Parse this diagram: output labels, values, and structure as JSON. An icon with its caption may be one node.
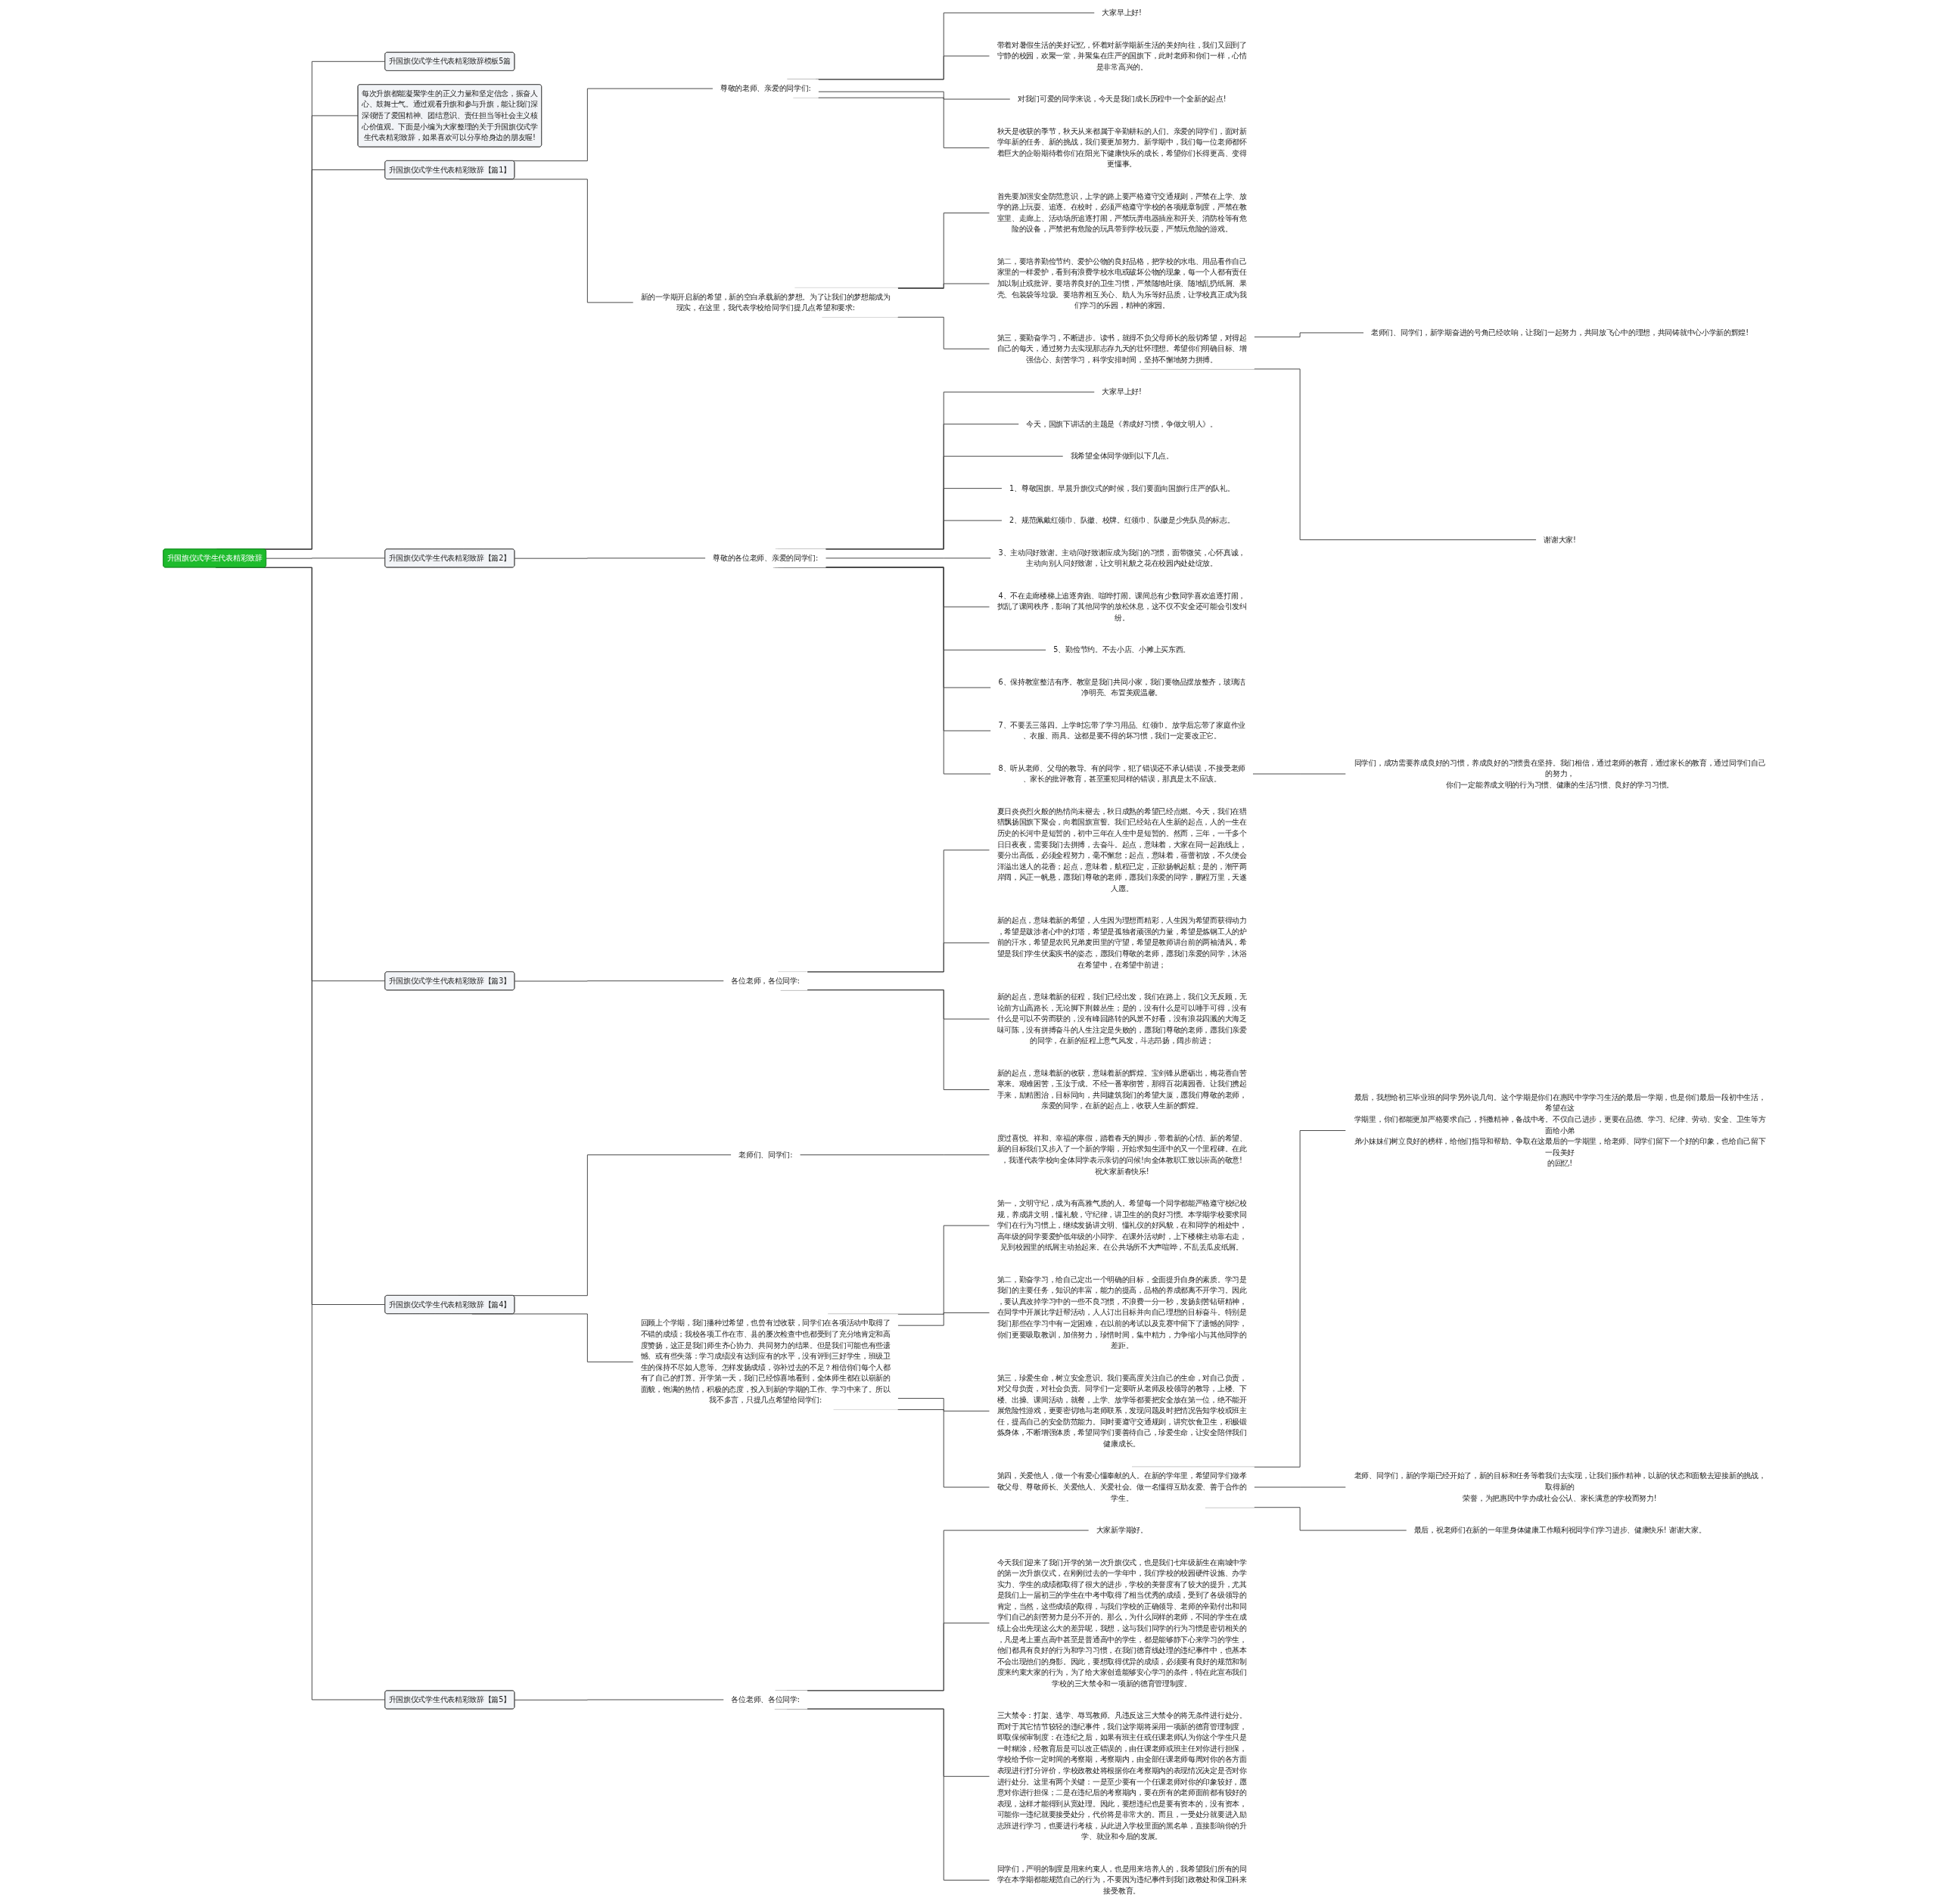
{
  "diagram": {
    "nodes": [
      {
        "text": [
          "升国旗仪式学生代表精彩致辞"
        ]
      },
      {
        "text": [
          "升国旗仪式学生代表精彩致辞模板5篇"
        ]
      },
      {
        "text": [
          "每次升旗都能凝聚学生的正义力量和坚定信念，振奋人心、鼓舞士气。通过观看升旗和参与升旗，能让我们深深领悟了爱国精神、团结意识、责任担当等社会主义核心价值观。下面是小编为大家整理的关于升国旗仪式学生代表精彩致辞，如果喜欢可以分享给身边的朋友喔!"
        ]
      },
      {
        "text": [
          "升国旗仪式学生代表精彩致辞【篇1】"
        ]
      },
      {
        "text": [
          "尊敬的老师、亲爱的同学们:"
        ]
      },
      {
        "text": [
          "大家早上好!"
        ]
      },
      {
        "text": [
          "带着对暑假生活的美好记忆，怀着对新学期新生活的美好向往，我们又回到了宁静的校园，欢聚一堂，并聚集在庄严的国旗下，此时老师和你们一样，心情是非常高兴的。"
        ]
      },
      {
        "text": [
          "对我们可爱的同学来说，今天是我们成长历程中一个全新的起点!"
        ]
      },
      {
        "text": [
          "秋天是收获的季节，秋天从来都属于辛勤耕耘的人们。亲爱的同学们，面对新学年新的任务、新的挑战，我们要更加努力。新学期中，我们每一位老师都怀着巨大的企盼期待着你们在阳光下健康快乐的成长，希望你们长得更高、变得更懂事。"
        ]
      },
      {
        "text": [
          "新的一学期开启新的希望，新的空白承载新的梦想。为了让我们的梦想能成为现实，在这里，我代表学校给同学们提几点希望和要求:"
        ]
      },
      {
        "text": [
          "首先要加强安全防范意识，上学的路上要严格遵守交通规则，严禁在上学、放学的路上玩耍、追逐。在校时，必须严格遵守学校的各项规章制度，严禁在教室里、走廊上、活动场所追逐打闹，严禁玩弄电器插座和开关、消防栓等有危险的设备，严禁把有危险的玩具带到学校玩耍，严禁玩危险的游戏。"
        ]
      },
      {
        "text": [
          "第二，要培养勤俭节约、爱护公物的良好品格，把学校的水电、用品看作自己家里的一样爱护，看到有浪费学校水电或破坏公物的现象，每一个人都有责任加以制止或批评。要培养良好的卫生习惯，严禁随地吐痰、随地乱扔纸屑、果壳、包装袋等垃圾。要培养相互关心、助人为乐等好品质，让学校真正成为我们学习的乐园，精神的家园。"
        ]
      },
      {
        "text": [
          "第三，要勤奋学习，不断进步。读书，就得不负父母师长的殷切希望，对得起自己的每天，通过努力去实现那志存九天的壮怀理想。希望你们明确目标、增强信心、刻苦学习，科学安排时间，坚持不懈地努力拼搏。"
        ]
      },
      {
        "text": [
          "老师们、同学们，新学期奋进的号角已经吹响，让我们一起努力，共同放飞心中的理想，共同铸就中心小学新的辉煌!"
        ]
      },
      {
        "text": [
          "谢谢大家!"
        ]
      },
      {
        "text": [
          "升国旗仪式学生代表精彩致辞【篇2】"
        ]
      },
      {
        "text": [
          "尊敬的各位老师、亲爱的同学们:"
        ]
      },
      {
        "text": [
          "大家早上好!"
        ]
      },
      {
        "text": [
          "今天，国旗下讲话的主题是《养成好习惯，争做文明人》。"
        ]
      },
      {
        "text": [
          "我希望全体同学做到以下几点。"
        ]
      },
      {
        "text": [
          "1、尊敬国旗。早晨升旗仪式的时候，我们要面向国旗行庄严的队礼。"
        ]
      },
      {
        "text": [
          "2、规范佩戴红领巾、队徽、校牌。红领巾、队徽是少先队员的标志。"
        ]
      },
      {
        "text": [
          "3、主动问好致谢。主动问好致谢应成为我们的习惯，面带微笑，心怀真诚，主动向别人问好致谢，让文明礼貌之花在校园内处处绽放。"
        ]
      },
      {
        "text": [
          "4、不在走廊楼梯上追逐奔跑、喧哗打闹。课间总有少数同学喜欢追逐打闹，扰乱了课间秩序，影响了其他同学的放松休息，这不仅不安全还可能会引发纠纷。"
        ]
      },
      {
        "text": [
          "5、勤俭节约。不去小店、小摊上买东西。"
        ]
      },
      {
        "text": [
          "6、保持教室整洁有序。教室是我们共同小家，我们要物品摆放整齐，玻璃洁净明亮、布置美观温馨。"
        ]
      },
      {
        "text": [
          "7、不要丢三落四。上学时忘带了学习用品、红领巾。放学后忘带了家庭作业、衣服、雨具。这都是要不得的坏习惯，我们一定要改正它。"
        ]
      },
      {
        "text": [
          "8、听从老师、父母的教导。有的同学，犯了错误还不承认错误，不接受老师、家长的批评教育，甚至重犯同样的错误，那真是太不应该。"
        ]
      },
      {
        "text": [
          "同学们，成功需要养成良好的习惯，养成良好的习惯贵在坚持。我们相信，通过老师的教育，通过家长的教育，通过同学们自己的努力，你们一定能养成文明的行为习惯、健康的生活习惯、良好的学习习惯。"
        ]
      },
      {
        "text": [
          "升国旗仪式学生代表精彩致辞【篇3】"
        ]
      },
      {
        "text": [
          "各位老师，各位同学:"
        ]
      },
      {
        "text": [
          "夏日炎炎烈火般的热情尚未褪去，秋日成熟的希望已经点燃。今天，我们在猎猎飘扬国旗下聚会，向着国旗宣誓。我们已经站在人生新的起点，人的一生在历史的长河中是短暂的，初中三年在人生中是短暂的。然而，三年，一千多个日日夜夜，需要我们去拼搏，去奋斗。起点，意味着，大家在同一起跑线上，要分出高低，必须全程努力，毫不懈怠；起点，意味着，蓓蕾初放，不久便会洋溢出迷人的花香；起点，意味着，航程已定，正欲扬帆起航；是的，潮平两岸阔，风正一帆悬，愿我们尊敬的老师，愿我们亲爱的同学，鹏程万里，天遂人愿。"
        ]
      },
      {
        "text": [
          "新的起点，意味着新的希望，人生因为理想而精彩，人生因为希望而获得动力，希望是跋涉者心中的灯塔，希望是孤独者顽强的力量，希望是炼钢工人的炉前的汗水，希望是农民兄弟麦田里的守望，希望是教师讲台前的两袖清风，希望是我们学生伏案疾书的姿态，愿我们尊敬的老师，愿我们亲爱的同学，沐浴在希望中，在希望中前进；"
        ]
      },
      {
        "text": [
          "新的起点，意味着新的征程，我们已经出发，我们在路上，我们义无反顾，无论前方山高路长，无论脚下荆棘丛生；是的，没有什么是可以唾手可得，没有什么是可以不劳而获的，没有峰回路转的风景不好看，没有浪花四溅的大海乏味可陈，没有拼搏奋斗的人生注定是失败的，愿我们尊敬的老师，愿我们亲爱的同学，在新的征程上意气风发，斗志昂扬，阔步前进；"
        ]
      },
      {
        "text": [
          "新的起点，意味着新的收获，意味着新的辉煌。宝剑锋从磨砺出，梅花香自苦寒来。艰难困苦，玉汝于成。不经一番寒彻苦，那得百花满园香。让我们携起手来，励精图治，目标同向，共同建筑我们的希望大厦，愿我们尊敬的老师，亲爱的同学，在新的起点上，收获人生新的辉煌。"
        ]
      },
      {
        "text": [
          "升国旗仪式学生代表精彩致辞【篇4】"
        ]
      },
      {
        "text": [
          "老师们、同学们:"
        ]
      },
      {
        "text": [
          "度过喜悦、祥和、幸福的寒假，踏着春天的脚步，带着新的心情、新的希望、新的目标我们又步入了一个新的学期，开始求知生涯中的又一个里程碑。在此，我谨代表学校向全体同学表示亲切的问候!向全体教职工致以崇高的敬意!祝大家新春快乐!"
        ]
      },
      {
        "text": [
          "回顾上个学期，我们播种过希望，也曾有过收获，同学们在各项活动中取得了不错的成绩；我校各项工作在市、县的屡次检查中也都受到了充分地肯定和高度赞扬，这正是我们师生齐心协力、共同努力的结果。但是我们可能也有些遗憾、或有些失落：学习成绩没有达到应有的水平，没有评到三好学生，班级卫生的保持不尽如人意等。怎样发扬成绩，弥补过去的不足？相信你们每个人都有了自己的打算。开学第一天，我们已经惊喜地看到，全体师生都在以崭新的面貌，饱满的热情，积极的态度，投入到新的学期的工作、学习中来了。所以我不多言，只提几点希望给同学们:"
        ]
      },
      {
        "text": [
          "第一，文明守纪，成为有高雅气质的人。希望每一个同学都能严格遵守校纪校规，养成讲文明，懂礼貌，守纪律，讲卫生的的良好习惯。本学期学校要求同学们在行为习惯上，继续发扬讲文明、懂礼仪的好风貌，在和同学的相处中，高年级的同学要爱护低年级的小同学。在课外活动时，上下楼梯主动靠右走，见到校园里的纸屑主动拾起来。在公共场所不大声喧哗，不乱丢瓜皮纸屑。"
        ]
      },
      {
        "text": [
          "第二，勤奋学习，给自己定出一个明确的目标，全面提升自身的素质。学习是我们的主要任务，知识的丰富，能力的提高，品格的养成都离不开学习。因此，要认真改掉学习中的一些不良习惯，不浪费一分一秒，发扬刻苦钻研精神，在同学中开展比学赶帮活动，人人订出目标并向自己理想的目标奋斗。特别是我们那些在学习中有一定困难，在以前的考试以及竞赛中留下了遗憾的同学，你们更要吸取教训，加倍努力，珍惜时间，集中精力，力争缩小与其他同学的差距。"
        ]
      },
      {
        "text": [
          "第三，珍爱生命，树立安全意识。我们要高度关注自己的生命，对自己负责，对父母负责，对社会负责。同学们一定要听从老师及校领导的教导，上楼、下楼、出操、课间活动，就餐，上学、放学等都要把安全放在第一位，绝不能开展危险性游戏，更要密切地与老师联系，发现问题及时把情况告知学校或班主任，提高自己的安全防范能力。同时要遵守交通规则，讲究饮食卫生，积极锻炼身体，不断增强体质，希望同学们要善待自己，珍爱生命，让安全陪伴我们健康成长。"
        ]
      },
      {
        "text": [
          "第四，关爱他人，做一个有爱心懂奉献的人。在新的学年里，希望同学们做孝敬父母、尊敬师长、关爱他人、关爱社会。做一名懂得互助友爱、善于合作的学生。"
        ]
      },
      {
        "text": [
          "最后，我想给初三毕业班的同学另外说几句。这个学期是你们在惠民中学学习生活的最后一学期，也是你们最后一段初中生活，希望在这学期里，你们都能更加严格要求自己，抖擞精神，备战中考。不仅自己进步，更要在品德、学习、纪律、劳动、安全、卫生等方面给小弟弟小妹妹们树立良好的榜样，给他们指导和帮助。争取在这最后的一学期里，给老师、同学们留下一个好的印象，也给自己留下一段美好的回忆!"
        ]
      },
      {
        "text": [
          "老师、同学们，新的学期已经开始了，新的目标和任务等着我们去实现，让我们振作精神，以新的状态和面貌去迎接新的挑战，取得新的荣誉，为把惠民中学办成社会公认、家长满意的学校而努力!"
        ]
      },
      {
        "text": [
          "最后，祝老师们在新的一年里身体健康工作顺利祝同学们学习进步、健康快乐! 谢谢大家。"
        ]
      },
      {
        "text": [
          "升国旗仪式学生代表精彩致辞【篇5】"
        ]
      },
      {
        "text": [
          "各位老师、各位同学:"
        ]
      },
      {
        "text": [
          "大家新学期好。"
        ]
      },
      {
        "text": [
          "今天我们迎来了我们开学的第一次升旗仪式，也是我们七年级新生在南城中学的第一次升旗仪式，在刚刚过去的一学年中，我们学校的校园硬件设施、办学实力、学生的成绩都取得了很大的进步，学校的美誉度有了较大的提升，尤其是我们上一届初三的学生在中考中取得了相当优秀的成绩，受到了各级领导的肯定，当然，这些成绩的取得，与我们学校的正确领导、老师的辛勤付出和同学们自己的刻苦努力是分不开的。那么，为什么同样的老师，不同的学生在成绩上会出先现这么大的差异呢，我想，这与我们同学的行为习惯是密切相关的，凡是考上重点高中甚至是普通高中的学生，都是能够静下心来学习的学生，他们都具有良好的行为和学习习惯，在我们德育线处理的违纪事件中，也基本不会出现他们的身影。因此，要想取得优异的成绩，必须要有良好的规范和制度来约束大家的行为，为了给大家创造能够安心学习的条件，特在此宣布我们学校的三大禁令和一项新的德育管理制度。"
        ]
      },
      {
        "text": [
          "三大禁令：打架、逃学、辱骂教师。凡违反这三大禁令的将无条件进行处分。而对于其它情节较轻的违纪事件，我们这学期将采用一项新的德育管理制度，即取保候审制度：在违纪之后，如果有班主任或任课老师认为你这个学生只是一时糊涂，经教育后是可以改正错误的，由任课老师或班主任对你进行担保，学校给予你一定时间的考察期，考察期内，由全部任课老师每周对你的各方面表现进行打分评价，学校政教处将根据你在考察期内的表现情况决定是否对你进行处分。这里有两个关键：一是至少要有一个任课老师对你的印象较好，愿意对你进行担保；二是在违纪后的考察期内，要在所有的老师面前都有较好的表现，这样才能得到从宽处理。因此，要想违纪也是要有资本的，没有资本，可能你一违纪就要接受处分，代价将是非常大的。而且，一受处分就要进入励志班进行学习，也要进行考核，从此进入学校里面的黑名单，直接影响你的升学、就业和今后的发展。"
        ]
      },
      {
        "text": [
          "同学们，严明的制度是用来约束人，也是用来培养人的，我希望我们所有的同学在本学期都能规范自己的行为，不要因为违纪事件到我们政教处和保卫科来接受教育。"
        ]
      }
    ],
    "edges": [
      {
        "from": 0,
        "to": 1,
        "arrow": "none"
      },
      {
        "from": 0,
        "to": 2,
        "arrow": "none"
      },
      {
        "from": 0,
        "to": 3,
        "arrow": "none"
      },
      {
        "from": 3,
        "to": 4,
        "arrow": "none"
      },
      {
        "from": 4,
        "to": 5,
        "arrow": "none"
      },
      {
        "from": 4,
        "to": 6,
        "arrow": "none"
      },
      {
        "from": 4,
        "to": 7,
        "arrow": "none"
      },
      {
        "from": 4,
        "to": 8,
        "arrow": "none"
      },
      {
        "from": 3,
        "to": 9,
        "arrow": "none"
      },
      {
        "from": 9,
        "to": 10,
        "arrow": "none"
      },
      {
        "from": 9,
        "to": 11,
        "arrow": "none"
      },
      {
        "from": 9,
        "to": 12,
        "arrow": "none"
      },
      {
        "from": 12,
        "to": 13,
        "arrow": "none"
      },
      {
        "from": 12,
        "to": 14,
        "arrow": "none"
      },
      {
        "from": 0,
        "to": 15,
        "arrow": "none"
      },
      {
        "from": 15,
        "to": 16,
        "arrow": "none"
      },
      {
        "from": 16,
        "to": 17,
        "arrow": "none"
      },
      {
        "from": 16,
        "to": 18,
        "arrow": "none"
      },
      {
        "from": 16,
        "to": 19,
        "arrow": "none"
      },
      {
        "from": 16,
        "to": 20,
        "arrow": "none"
      },
      {
        "from": 16,
        "to": 21,
        "arrow": "none"
      },
      {
        "from": 16,
        "to": 22,
        "arrow": "none"
      },
      {
        "from": 16,
        "to": 23,
        "arrow": "none"
      },
      {
        "from": 16,
        "to": 24,
        "arrow": "none"
      },
      {
        "from": 16,
        "to": 25,
        "arrow": "none"
      },
      {
        "from": 16,
        "to": 26,
        "arrow": "none"
      },
      {
        "from": 16,
        "to": 27,
        "arrow": "none"
      },
      {
        "from": 27,
        "to": 28,
        "arrow": "none"
      },
      {
        "from": 0,
        "to": 29,
        "arrow": "none"
      },
      {
        "from": 29,
        "to": 30,
        "arrow": "none"
      },
      {
        "from": 30,
        "to": 31,
        "arrow": "none"
      },
      {
        "from": 30,
        "to": 32,
        "arrow": "none"
      },
      {
        "from": 30,
        "to": 33,
        "arrow": "none"
      },
      {
        "from": 30,
        "to": 34,
        "arrow": "none"
      },
      {
        "from": 0,
        "to": 35,
        "arrow": "none"
      },
      {
        "from": 35,
        "to": 36,
        "arrow": "none"
      },
      {
        "from": 36,
        "to": 37,
        "arrow": "none"
      },
      {
        "from": 35,
        "to": 38,
        "arrow": "none"
      },
      {
        "from": 38,
        "to": 39,
        "arrow": "none"
      },
      {
        "from": 38,
        "to": 40,
        "arrow": "none"
      },
      {
        "from": 38,
        "to": 41,
        "arrow": "none"
      },
      {
        "from": 38,
        "to": 42,
        "arrow": "none"
      },
      {
        "from": 42,
        "to": 43,
        "arrow": "none"
      },
      {
        "from": 42,
        "to": 44,
        "arrow": "none"
      },
      {
        "from": 42,
        "to": 45,
        "arrow": "none"
      },
      {
        "from": 0,
        "to": 46,
        "arrow": "none"
      },
      {
        "from": 46,
        "to": 47,
        "arrow": "none"
      },
      {
        "from": 47,
        "to": 48,
        "arrow": "none"
      },
      {
        "from": 47,
        "to": 49,
        "arrow": "none"
      },
      {
        "from": 47,
        "to": 50,
        "arrow": "none"
      },
      {
        "from": 47,
        "to": 51,
        "arrow": "none"
      }
    ]
  }
}
